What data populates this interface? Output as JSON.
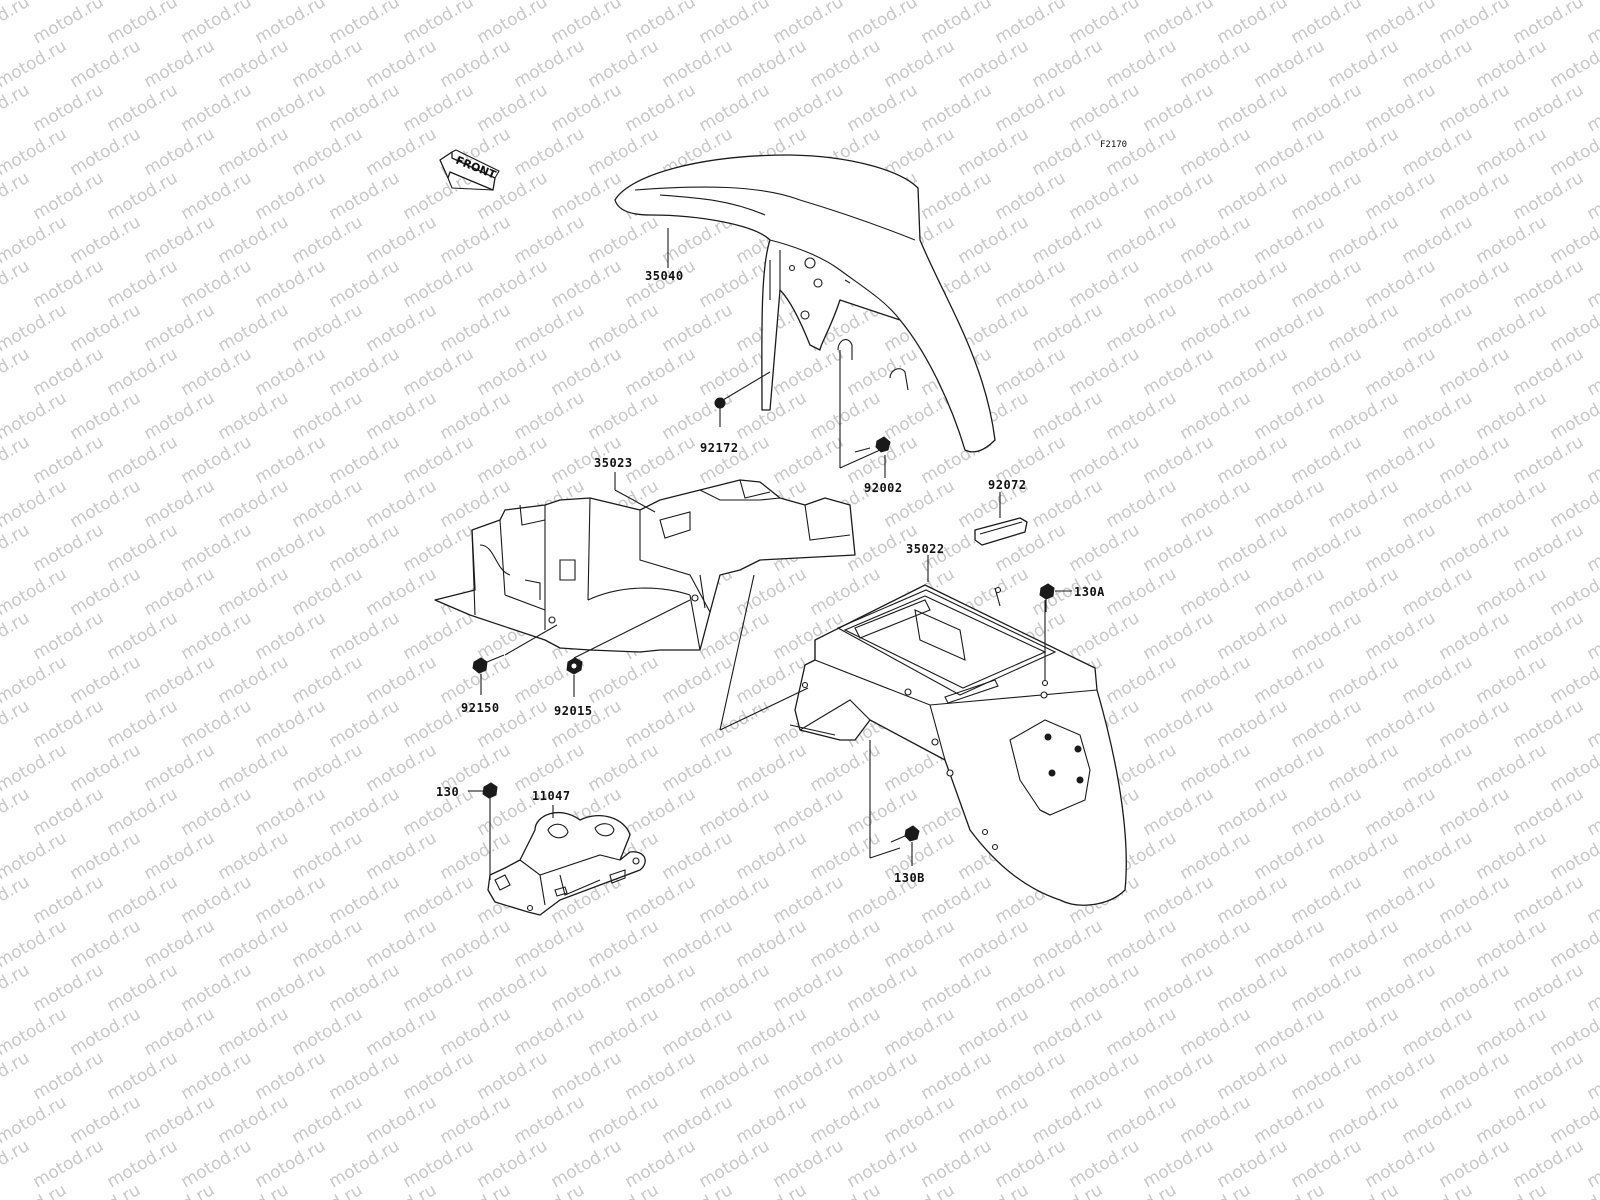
{
  "watermark": {
    "text": "motod.ru",
    "color": "#c8c8c8"
  },
  "diagram": {
    "code": "F2170",
    "front_label": "FRONT",
    "parts": [
      {
        "id": "p35040",
        "number": "35040"
      },
      {
        "id": "p92172",
        "number": "92172"
      },
      {
        "id": "p92002",
        "number": "92002"
      },
      {
        "id": "p35023",
        "number": "35023"
      },
      {
        "id": "p92072",
        "number": "92072"
      },
      {
        "id": "p35022",
        "number": "35022"
      },
      {
        "id": "p130A",
        "number": "130A"
      },
      {
        "id": "p92150",
        "number": "92150"
      },
      {
        "id": "p92015",
        "number": "92015"
      },
      {
        "id": "p11047",
        "number": "11047"
      },
      {
        "id": "p130",
        "number": "130"
      },
      {
        "id": "p130B",
        "number": "130B"
      }
    ]
  }
}
